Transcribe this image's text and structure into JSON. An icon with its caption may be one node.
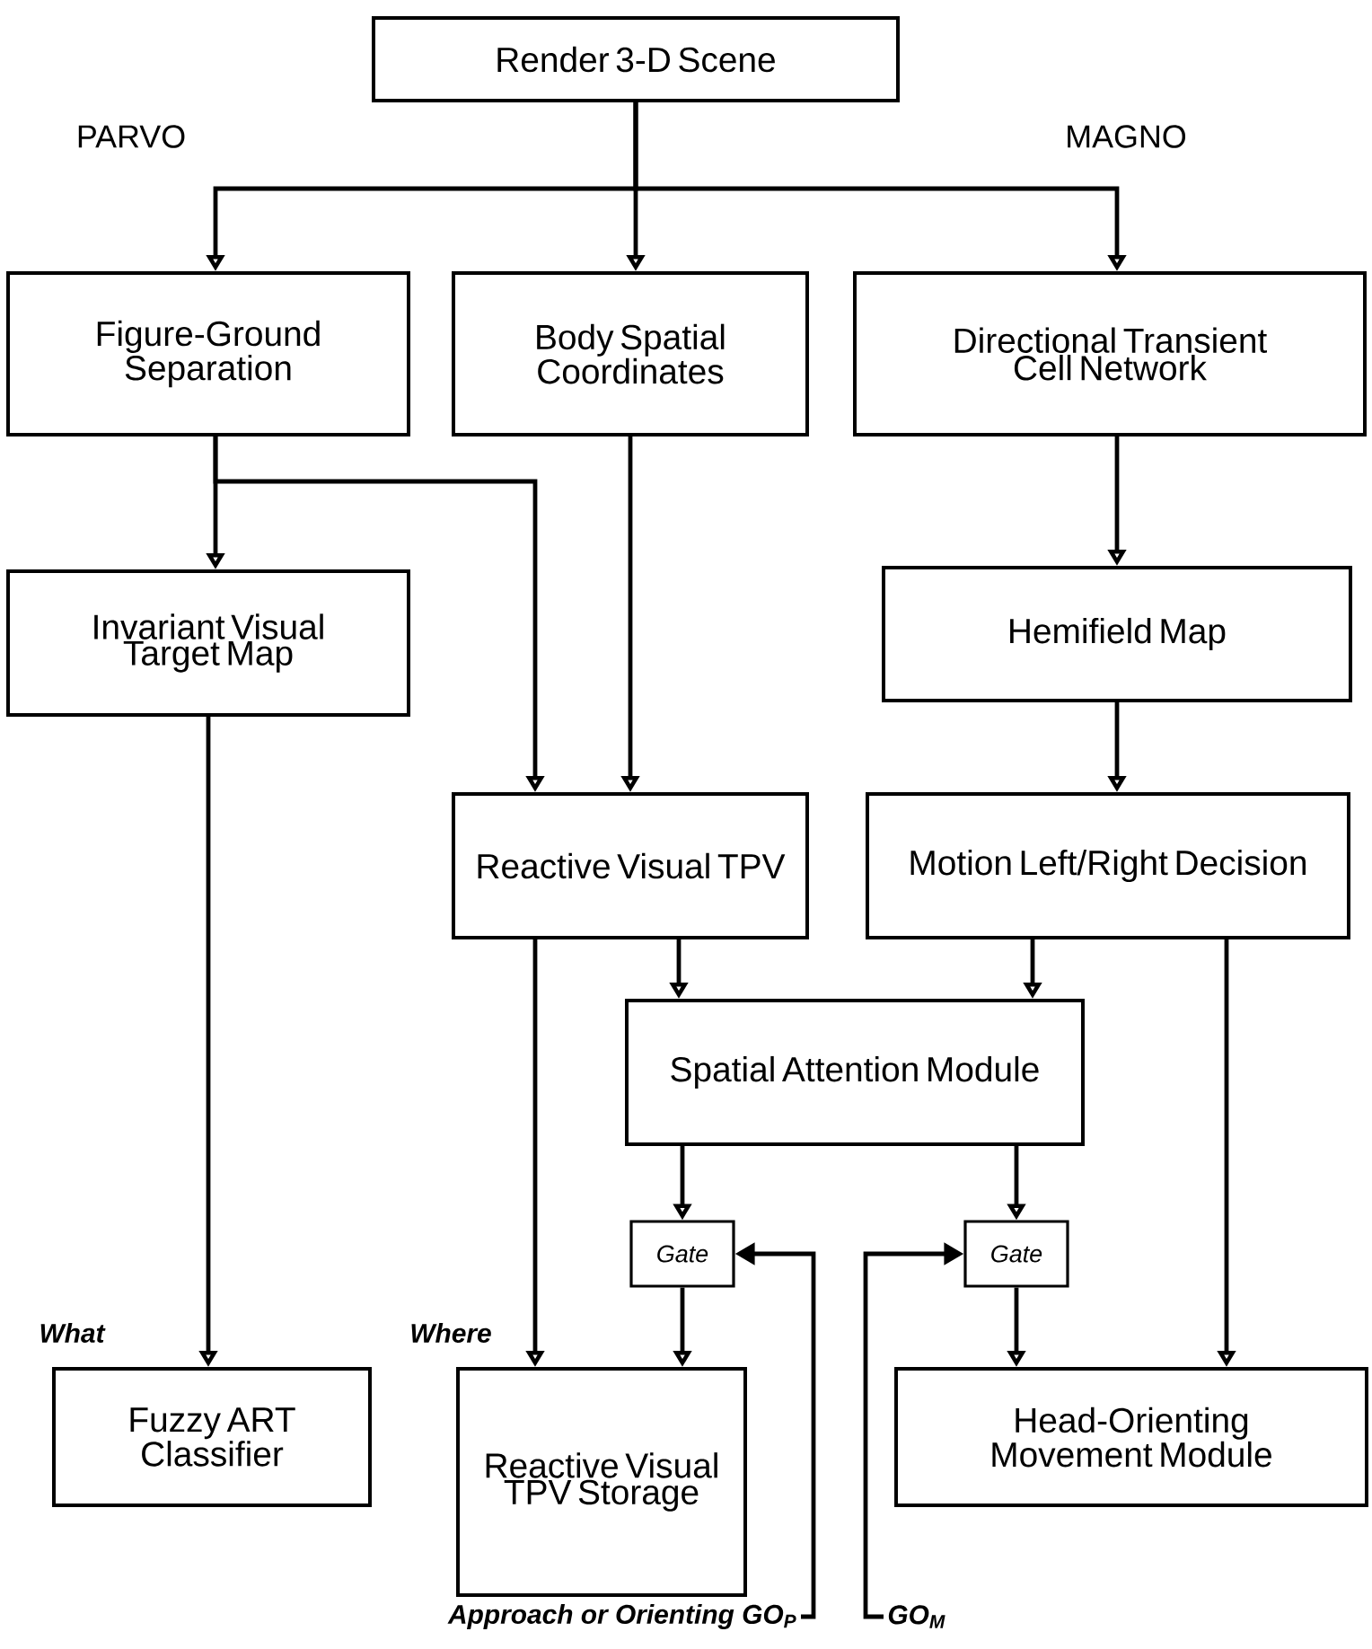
{
  "diagram": {
    "nodes": [
      {
        "text": [
          "Render 3-D Scene"
        ]
      },
      {
        "text": [
          "Figure-Ground Separation"
        ]
      },
      {
        "text": [
          "Body Spatial Coordinates"
        ]
      },
      {
        "text": [
          "Directional Transient Cell Network"
        ]
      },
      {
        "text": [
          "Invariant Visual Target Map"
        ]
      },
      {
        "text": [
          "Hemifield Map"
        ]
      },
      {
        "text": [
          "Reactive Visual TPV"
        ]
      },
      {
        "text": [
          "Motion Left/Right Decision"
        ]
      },
      {
        "text": [
          "Spatial Attention Module"
        ]
      },
      {
        "text": [
          "Gate"
        ]
      },
      {
        "text": [
          "Gate"
        ]
      },
      {
        "text": [
          "Fuzzy ART Classifier"
        ]
      },
      {
        "text": [
          "Reactive Visual TPV Storage"
        ]
      },
      {
        "text": [
          "Head-Orienting Movement Module"
        ]
      },
      {
        "text": [
          "Approach or Orienting GO$_{P}$"
        ]
      },
      {
        "text": [
          "GO$_{M}$"
        ]
      }
    ],
    "edges": [
      {
        "from": 0,
        "to": 1,
        "arrow": "to"
      },
      {
        "from": 0,
        "to": 2,
        "arrow": "to"
      },
      {
        "from": 0,
        "to": 3,
        "arrow": "to"
      },
      {
        "from": 1,
        "to": 4,
        "arrow": "to"
      },
      {
        "from": 1,
        "to": 6,
        "arrow": "to"
      },
      {
        "from": 2,
        "to": 6,
        "arrow": "to"
      },
      {
        "from": 3,
        "to": 5,
        "arrow": "to"
      },
      {
        "from": 5,
        "to": 7,
        "arrow": "to"
      },
      {
        "from": 6,
        "to": 8,
        "arrow": "to"
      },
      {
        "from": 7,
        "to": 8,
        "arrow": "to"
      },
      {
        "from": 4,
        "to": 11,
        "arrow": "to"
      },
      {
        "from": 6,
        "to": 12,
        "arrow": "to"
      },
      {
        "from": 8,
        "to": 9,
        "arrow": "to"
      },
      {
        "from": 8,
        "to": 10,
        "arrow": "to"
      },
      {
        "from": 9,
        "to": 12,
        "arrow": "to"
      },
      {
        "from": 10,
        "to": 13,
        "arrow": "to"
      },
      {
        "from": 7,
        "to": 13,
        "arrow": "to"
      },
      {
        "from": 14,
        "to": 9,
        "arrow": "to"
      },
      {
        "from": 15,
        "to": 10,
        "arrow": "to"
      }
    ],
    "labels": [
      "PARVO",
      "MAGNO",
      "What",
      "Where"
    ]
  }
}
